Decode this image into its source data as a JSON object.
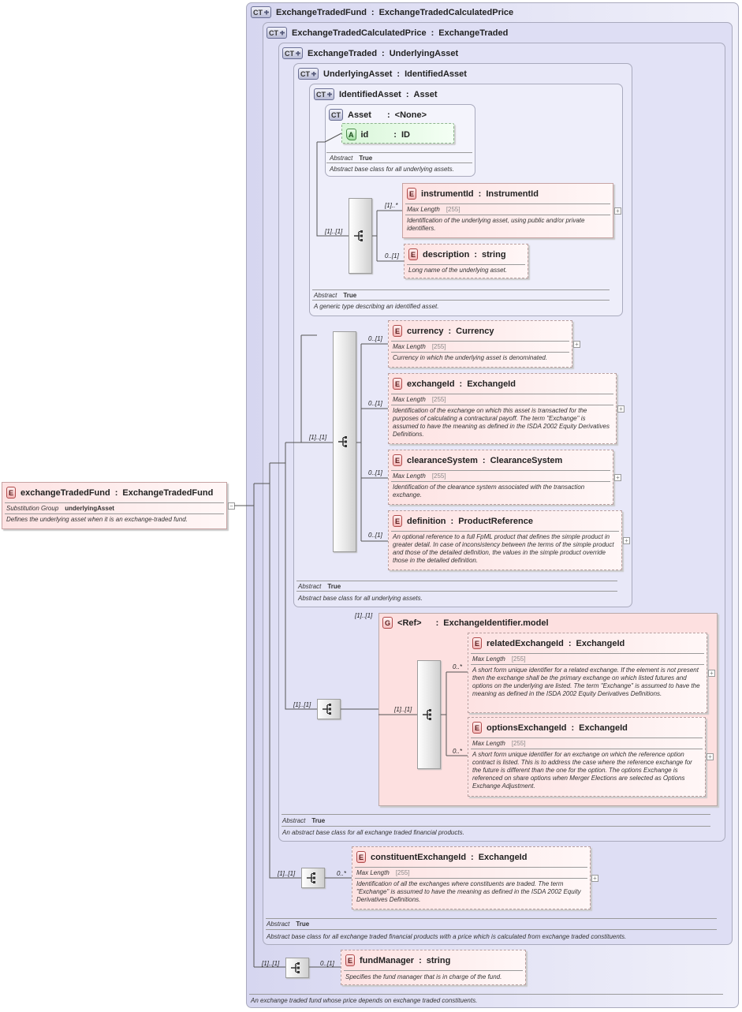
{
  "badges": {
    "ct": "CT",
    "element": "E",
    "attribute": "A",
    "group": "G"
  },
  "types": {
    "etf": {
      "name": "ExchangeTradedFund",
      "base": "ExchangeTradedCalculatedPrice",
      "doc": "An exchange traded fund whose price depends on exchange traded constituents."
    },
    "etcp": {
      "name": "ExchangeTradedCalculatedPrice",
      "base": "ExchangeTraded",
      "abstract_label": "Abstract",
      "abstract_value": "True",
      "doc": "Abstract base class for all exchange traded financial products with a price which is calculated from exchange traded constituents."
    },
    "et": {
      "name": "ExchangeTraded",
      "base": "UnderlyingAsset",
      "abstract_label": "Abstract",
      "abstract_value": "True",
      "doc": "An abstract base class for all exchange traded financial products."
    },
    "ua": {
      "name": "UnderlyingAsset",
      "base": "IdentifiedAsset",
      "abstract_label": "Abstract",
      "abstract_value": "True",
      "doc": "Abstract base class for all underlying assets."
    },
    "ia": {
      "name": "IdentifiedAsset",
      "base": "Asset",
      "abstract_label": "Abstract",
      "abstract_value": "True",
      "doc": "A generic type describing an identified asset."
    },
    "asset": {
      "name": "Asset",
      "base": "<None>",
      "abstract_label": "Abstract",
      "abstract_value": "True",
      "doc": "Abstract base class for all underlying assets."
    }
  },
  "sep": ":",
  "root": {
    "name": "exchangeTradedFund",
    "type": "ExchangeTradedFund",
    "facet_label": "Substitution Group",
    "facet_value": "underlyingAsset",
    "doc": "Defines the underlying asset when it is an exchange-traded fund."
  },
  "attr_id": {
    "name": "id",
    "type": "ID"
  },
  "elements": {
    "instrumentId": {
      "name": "instrumentId",
      "type": "InstrumentId",
      "facet_label": "Max Length",
      "facet_value": "[255]",
      "doc": "Identification of the underlying asset, using public and/or private identifiers.",
      "card": "[1]..*"
    },
    "description": {
      "name": "description",
      "type": "string",
      "doc": "Long name of the underlying asset.",
      "card": "0..[1]"
    },
    "currency": {
      "name": "currency",
      "type": "Currency",
      "facet_label": "Max Length",
      "facet_value": "[255]",
      "doc": "Currency in which the underlying asset is denominated.",
      "card": "0..[1]"
    },
    "exchangeId": {
      "name": "exchangeId",
      "type": "ExchangeId",
      "facet_label": "Max Length",
      "facet_value": "[255]",
      "doc": "Identification of the exchange on which this asset is transacted for the purposes of calculating a contractural payoff. The term \"Exchange\" is assumed to have the meaning as defined in the ISDA 2002 Equity Derivatives Definitions.",
      "card": "0..[1]"
    },
    "clearanceSystem": {
      "name": "clearanceSystem",
      "type": "ClearanceSystem",
      "facet_label": "Max Length",
      "facet_value": "[255]",
      "doc": "Identification of the clearance system associated with the transaction exchange.",
      "card": "0..[1]"
    },
    "definition": {
      "name": "definition",
      "type": "ProductReference",
      "doc": "An optional reference to a full FpML product that defines the simple product in greater detail. In case of inconsistency between the terms of the simple product and those of the detailed definition, the values in the simple product override those in the detailed definition.",
      "card": "0..[1]"
    },
    "relatedExchangeId": {
      "name": "relatedExchangeId",
      "type": "ExchangeId",
      "facet_label": "Max Length",
      "facet_value": "[255]",
      "doc": "A short form unique identifier for a related exchange. If the element is not present then the exchange shall be the primary exchange on which listed futures and options on the underlying are listed. The term \"Exchange\" is assumed to have the meaning as defined in the ISDA 2002 Equity Derivatives Definitions.",
      "card": "0..*"
    },
    "optionsExchangeId": {
      "name": "optionsExchangeId",
      "type": "ExchangeId",
      "facet_label": "Max Length",
      "facet_value": "[255]",
      "doc": "A short form unique identifier for an exchange on which the reference option contract is listed. This is to address the case where the reference exchange for the future is different than the one for the option. The options Exchange is referenced on share options when Merger Elections are selected as Options Exchange Adjustment.",
      "card": "0..*"
    },
    "constituentExchangeId": {
      "name": "constituentExchangeId",
      "type": "ExchangeId",
      "facet_label": "Max Length",
      "facet_value": "[255]",
      "doc": "Identification of all the exchanges where constituents are traded. The term \"Exchange\" is assumed to have the meaning as defined in the ISDA 2002 Equity Derivatives Definitions.",
      "card": "0..*"
    },
    "fundManager": {
      "name": "fundManager",
      "type": "string",
      "doc": "Specifies the fund manager that is in charge of the fund.",
      "card": "0..[1]"
    }
  },
  "group": {
    "ref": "<Ref>",
    "name": "ExchangeIdentifier.model",
    "card": "[1]..[1]"
  },
  "seq_cards": {
    "ia": "[1]..[1]",
    "ua": "[1]..[1]",
    "et": "[1]..[1]",
    "grp_inner": "[1]..[1]",
    "etcp": "[1]..[1]",
    "etf": "[1]..[1]"
  },
  "expand": "+",
  "collapse": "−"
}
